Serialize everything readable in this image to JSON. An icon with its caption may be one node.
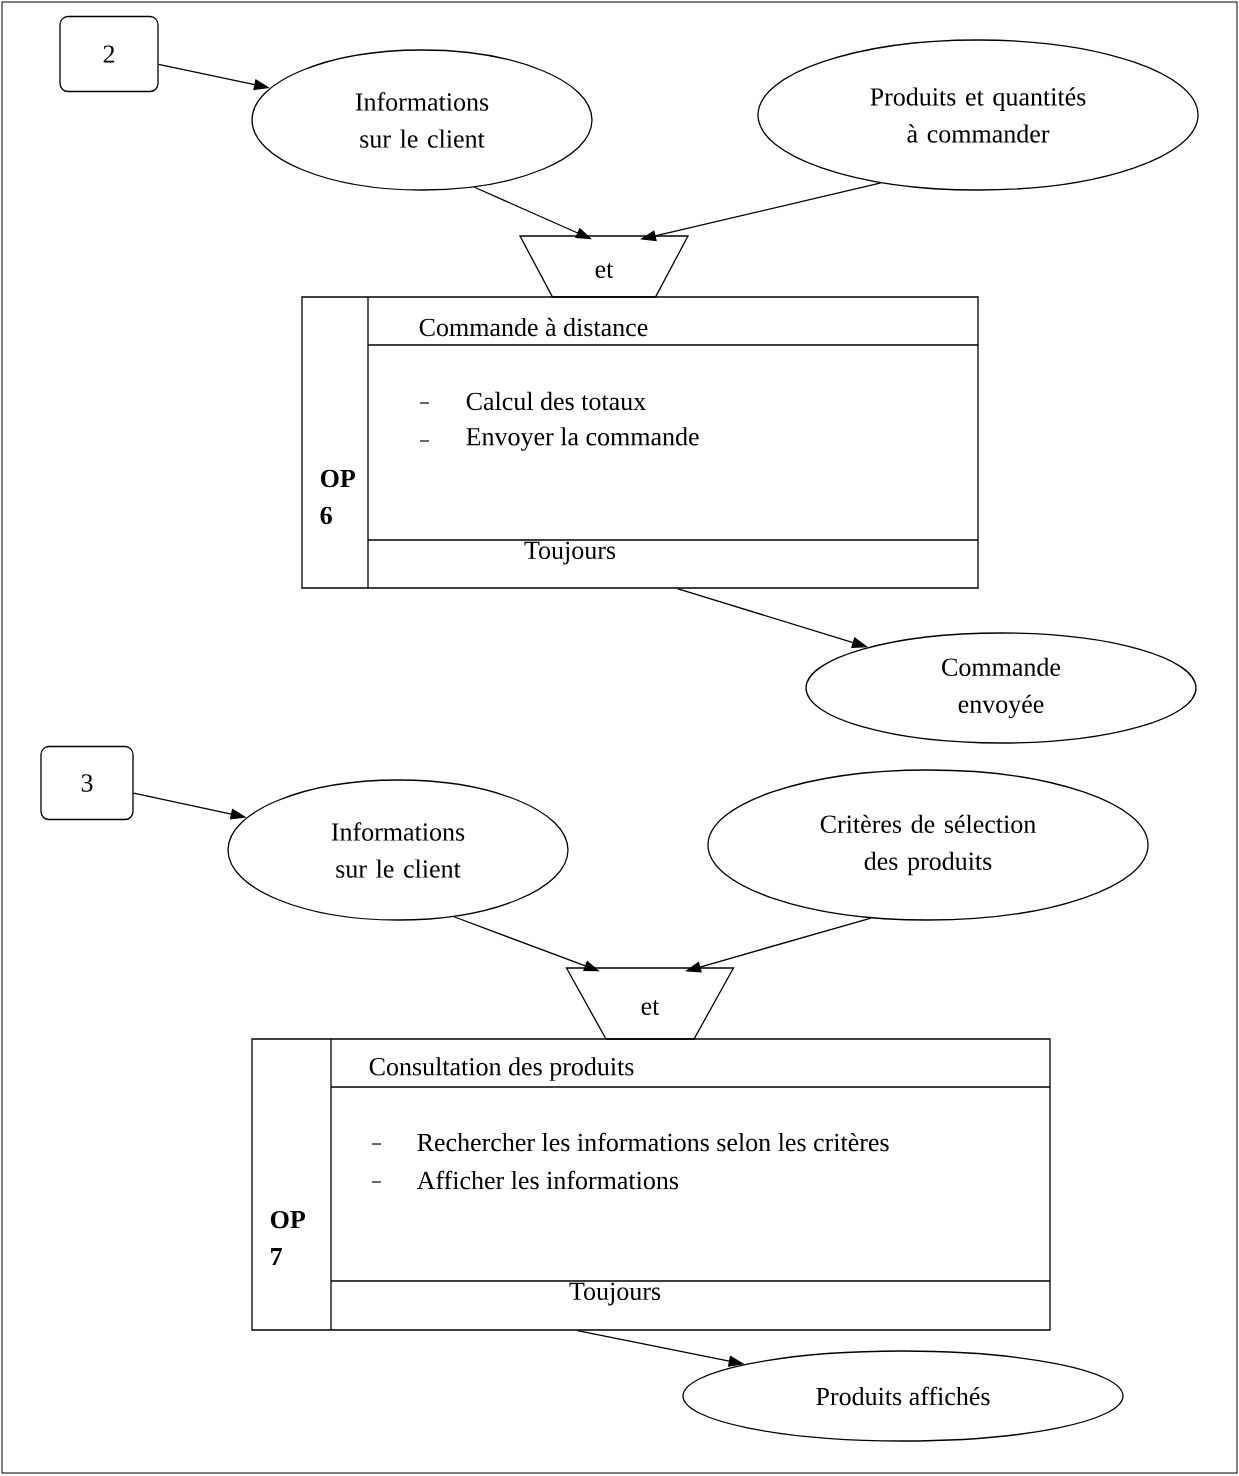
{
  "diagram": {
    "nodes": [
      {
        "text": [
          "2"
        ]
      },
      {
        "text": [
          "Informations sur le client"
        ]
      },
      {
        "text": [
          "Produits et quantités à commander"
        ]
      },
      {
        "text": [
          "et"
        ]
      },
      {
        "text": [
          "OP 6",
          "Commande à distance",
          "Calcul des totaux",
          "Envoyer la commande",
          "Toujours"
        ]
      },
      {
        "text": [
          "Commande envoyée"
        ]
      },
      {
        "text": [
          "3"
        ]
      },
      {
        "text": [
          "Informations sur le client"
        ]
      },
      {
        "text": [
          "Critères de sélection des produits"
        ]
      },
      {
        "text": [
          "et"
        ]
      },
      {
        "text": [
          "OP 7",
          "Consultation des produits",
          "Rechercher les informations selon les critères",
          "Afficher les informations",
          "Toujours"
        ]
      },
      {
        "text": [
          "Produits affichés"
        ]
      }
    ],
    "edges": [
      {
        "from": 0,
        "to": 1,
        "arrow": "to"
      },
      {
        "from": 1,
        "to": 3,
        "arrow": "to"
      },
      {
        "from": 2,
        "to": 3,
        "arrow": "to"
      },
      {
        "from": 4,
        "to": 5,
        "arrow": "to"
      },
      {
        "from": 6,
        "to": 7,
        "arrow": "to"
      },
      {
        "from": 7,
        "to": 9,
        "arrow": "to"
      },
      {
        "from": 8,
        "to": 9,
        "arrow": "to"
      },
      {
        "from": 10,
        "to": 11,
        "arrow": "to"
      }
    ]
  }
}
